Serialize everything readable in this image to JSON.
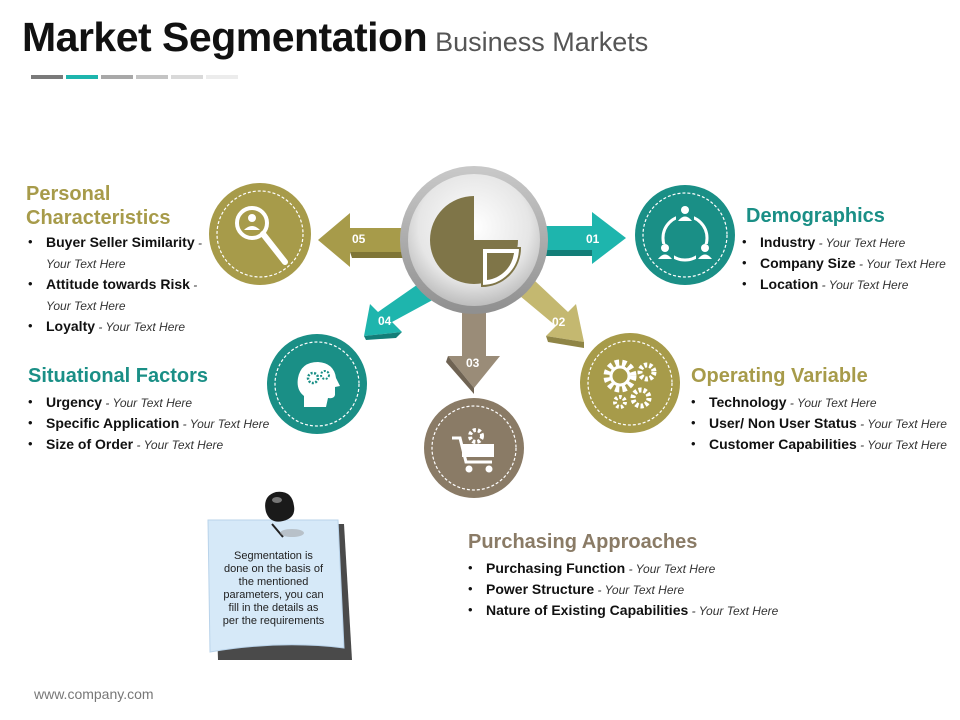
{
  "title": {
    "main": "Market Segmentation",
    "sub": "Business Markets"
  },
  "colors": {
    "olive": "#a79b4a",
    "teal": "#1a8f86",
    "taupe": "#8a7b66",
    "note": "#d6e9f8"
  },
  "arrows": {
    "a01": "01",
    "a02": "02",
    "a03": "03",
    "a04": "04",
    "a05": "05"
  },
  "sections": {
    "personal": {
      "heading_line1": "Personal",
      "heading_line2": "Characteristics",
      "items": [
        {
          "name": "Buyer Seller Similarity",
          "sep": " -",
          "desc": "Your Text Here"
        },
        {
          "name": "Attitude towards Risk",
          "sep": " -",
          "desc": "Your Text Here"
        },
        {
          "name": "Loyalty",
          "desc": " - Your Text Here"
        }
      ]
    },
    "demographics": {
      "heading": "Demographics",
      "items": [
        {
          "name": "Industry",
          "desc": " - Your Text Here"
        },
        {
          "name": "Company Size",
          "desc": " - Your Text Here"
        },
        {
          "name": "Location",
          "desc": " - Your Text Here"
        }
      ]
    },
    "situational": {
      "heading": "Situational Factors",
      "items": [
        {
          "name": "Urgency",
          "desc": " - Your Text Here"
        },
        {
          "name": "Specific Application",
          "desc": " - Your Text Here"
        },
        {
          "name": "Size of Order",
          "desc": " - Your Text Here"
        }
      ]
    },
    "operating": {
      "heading": "Operating Variable",
      "items": [
        {
          "name": "Technology",
          "desc": " - Your Text Here"
        },
        {
          "name": "User/ Non User Status",
          "desc": " - Your Text Here"
        },
        {
          "name": "Customer Capabilities",
          "desc": " - Your Text Here"
        }
      ]
    },
    "purchasing": {
      "heading": "Purchasing Approaches",
      "items": [
        {
          "name": "Purchasing Function",
          "desc": " - Your Text Here"
        },
        {
          "name": "Power Structure",
          "desc": " - Your Text Here"
        },
        {
          "name": "Nature of Existing Capabilities",
          "desc": " - Your Text Here"
        }
      ]
    }
  },
  "note": {
    "lines": [
      "Segmentation is",
      "done on the basis of",
      "the mentioned",
      "parameters, you can",
      "fill in the details as",
      "per the requirements"
    ]
  },
  "footer": "www.company.com"
}
